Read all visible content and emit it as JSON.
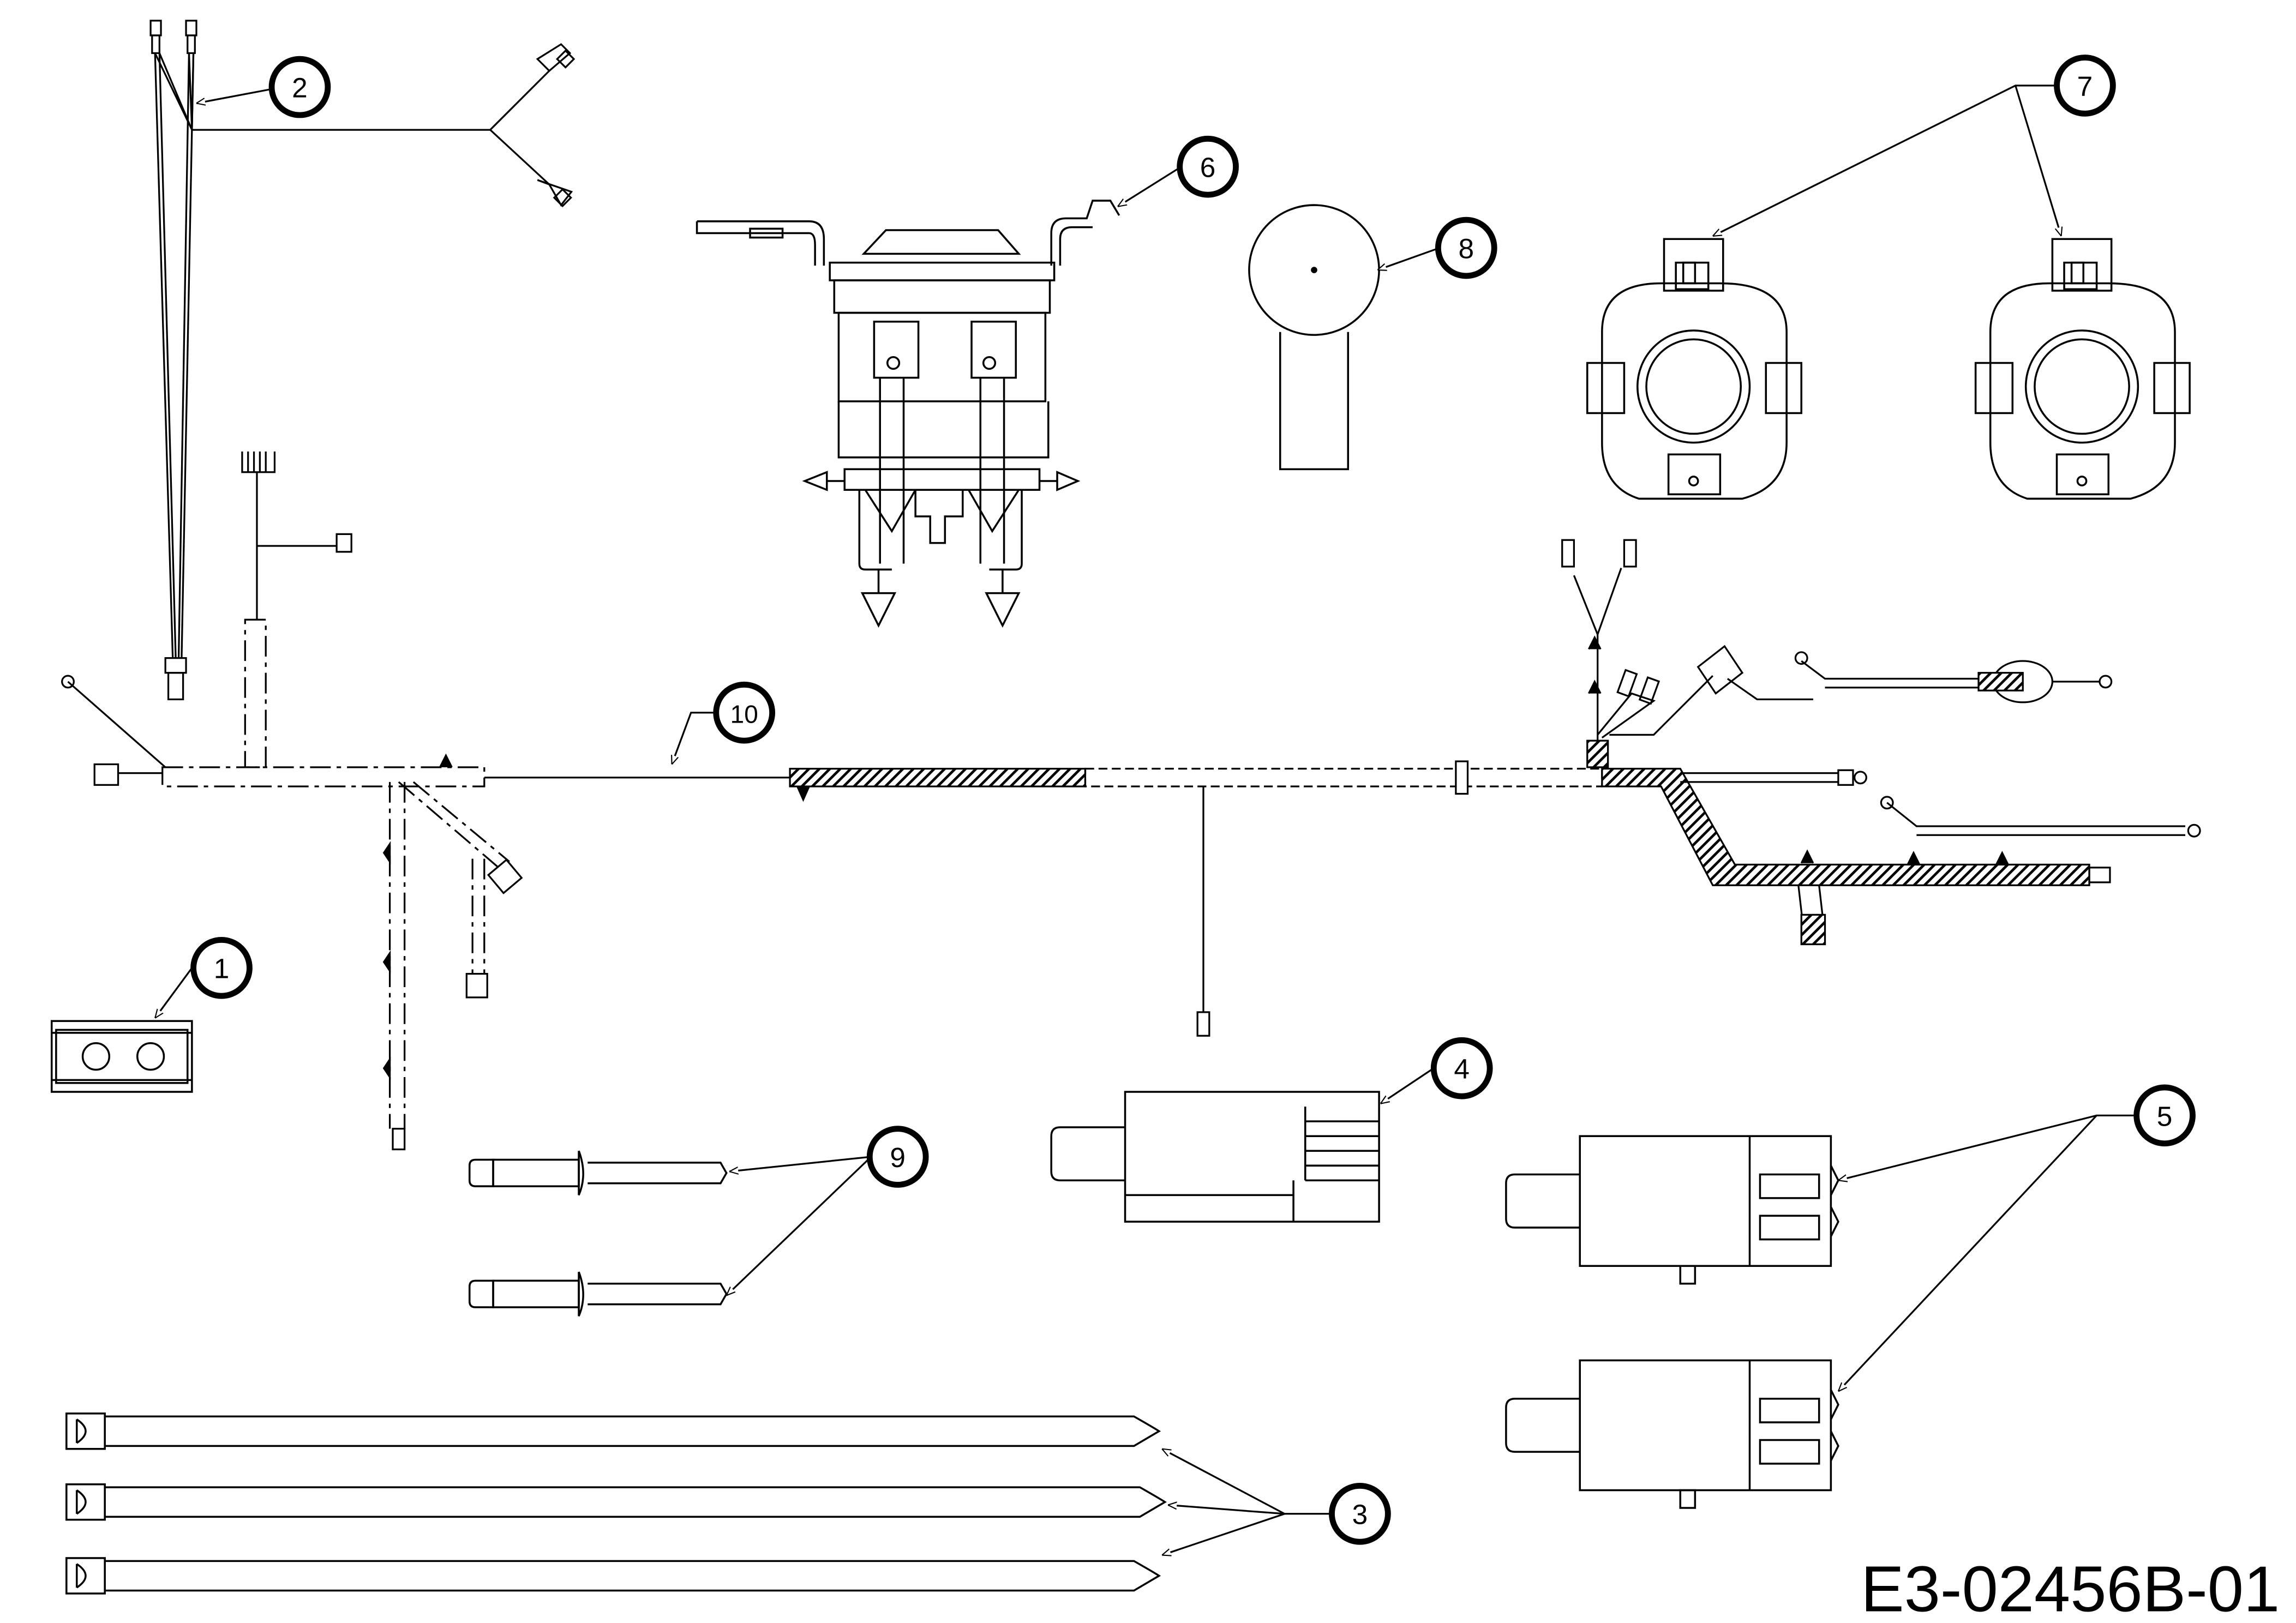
{
  "drawing": {
    "id": "E3-02456B-01"
  },
  "callouts": [
    {
      "num": "1"
    },
    {
      "num": "2"
    },
    {
      "num": "3"
    },
    {
      "num": "4"
    },
    {
      "num": "5"
    },
    {
      "num": "6"
    },
    {
      "num": "7"
    },
    {
      "num": "8"
    },
    {
      "num": "9"
    },
    {
      "num": "10"
    }
  ]
}
